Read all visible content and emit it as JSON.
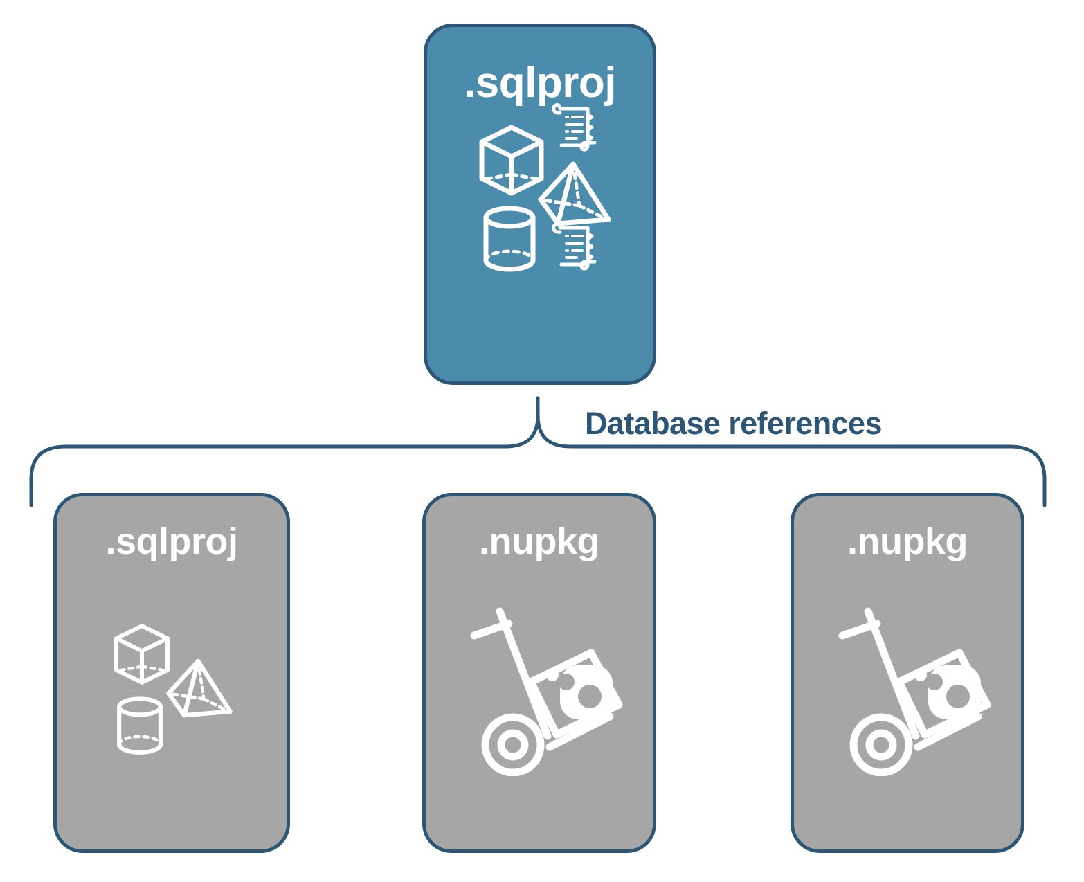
{
  "diagram": {
    "title_text": "Database references",
    "colors": {
      "primary_fill": "#4b8bab",
      "secondary_fill": "#a6a6a6",
      "stroke": "#2d5676",
      "icon": "#ffffff",
      "background": "#ffffff"
    },
    "top_node": {
      "label": ".sqlproj",
      "fill": "primary",
      "icons": [
        "cube-icon",
        "scroll-icon",
        "pyramid-icon",
        "cylinder-icon",
        "scroll-icon"
      ]
    },
    "connector": {
      "type": "curly-brace",
      "label": "Database references",
      "branches": 3
    },
    "child_nodes": [
      {
        "label": ".sqlproj",
        "fill": "secondary",
        "icons": [
          "cube-icon",
          "pyramid-icon",
          "cylinder-icon"
        ]
      },
      {
        "label": ".nupkg",
        "fill": "secondary",
        "icons": [
          "hand-truck-package-icon"
        ]
      },
      {
        "label": ".nupkg",
        "fill": "secondary",
        "icons": [
          "hand-truck-package-icon"
        ]
      }
    ]
  }
}
